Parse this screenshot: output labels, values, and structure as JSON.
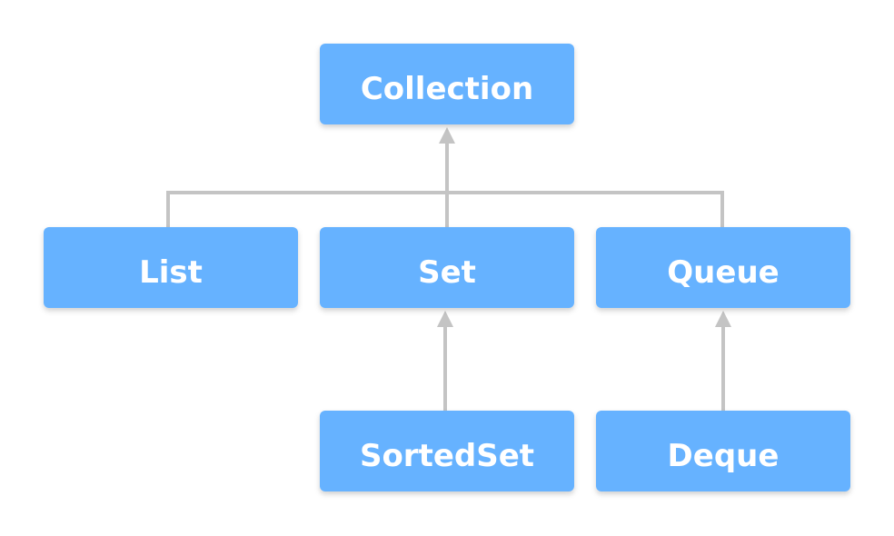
{
  "diagram": {
    "type": "class-hierarchy",
    "nodes": {
      "collection": "Collection",
      "list": "List",
      "set": "Set",
      "queue": "Queue",
      "sortedset": "SortedSet",
      "deque": "Deque"
    },
    "edges": [
      {
        "from": "list",
        "to": "collection"
      },
      {
        "from": "set",
        "to": "collection"
      },
      {
        "from": "queue",
        "to": "collection"
      },
      {
        "from": "sortedset",
        "to": "set"
      },
      {
        "from": "deque",
        "to": "queue"
      }
    ],
    "colors": {
      "node_fill": "#66b2ff",
      "node_text": "#ffffff",
      "connector": "#c4c4c4"
    }
  }
}
